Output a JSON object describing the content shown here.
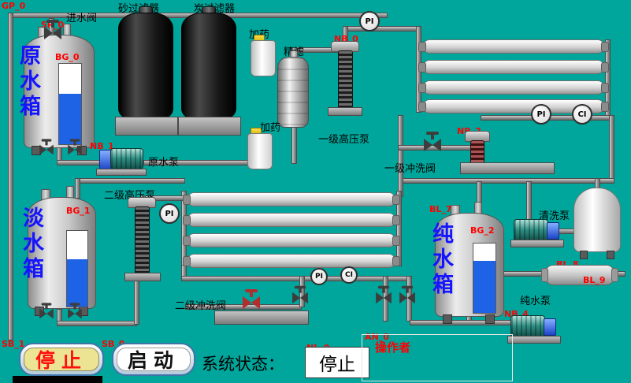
{
  "colors": {
    "background": "#00A69B",
    "tank_name_text": "#1414FF",
    "tag_text": "#FF0000",
    "level_fill": "#1E62E6",
    "stop_button_bg": "#EDE493",
    "stop_button_text": "#FF1010"
  },
  "tags": {
    "gp0": "GP_0",
    "sp0": "SP_0",
    "nb0": "NB_0",
    "nb1": "NB_1",
    "nb2": "NB_2",
    "bl7": "BL_7",
    "bl8": "BL_8",
    "bl9": "BL_9",
    "nb4": "NB_4",
    "sb1": "SB_1",
    "sb0": "SB_0",
    "nl0": "NL_0",
    "an0": "AN_0"
  },
  "labels": {
    "inlet_valve": "进水阀",
    "sand_filter": "砂过滤器",
    "carbon_filter": "炭过滤器",
    "dosing_top": "加药",
    "fine_filter": "精滤",
    "dosing_bottom": "加药",
    "raw_pump": "原水泵",
    "hp_pump_1": "一级高压泵",
    "flush_valve_1": "一级冲洗阀",
    "hp_pump_2": "二级高压泵",
    "flush_valve_2": "二级冲洗阀",
    "clean_pump": "清洗泵",
    "pure_pump": "纯水泵",
    "operator": "操作者"
  },
  "tanks": {
    "raw": {
      "tag": "BG_0",
      "name": "原水箱",
      "level_percent": 63
    },
    "fresh": {
      "tag": "BG_1",
      "name": "淡水箱",
      "level_percent": 62
    },
    "pure": {
      "tag": "BG_2",
      "name": "纯水箱",
      "level_percent": 75
    }
  },
  "gauges": {
    "pi_top": "PI",
    "pi_right": "PI",
    "ci_right": "CI",
    "pi_mid": "PI",
    "pi_bottom": "PI",
    "ci_bottom": "CI"
  },
  "buttons": {
    "stop": {
      "label": "停止"
    },
    "start": {
      "label": "启动"
    }
  },
  "status": {
    "label": "系统状态：",
    "value": "停止"
  }
}
